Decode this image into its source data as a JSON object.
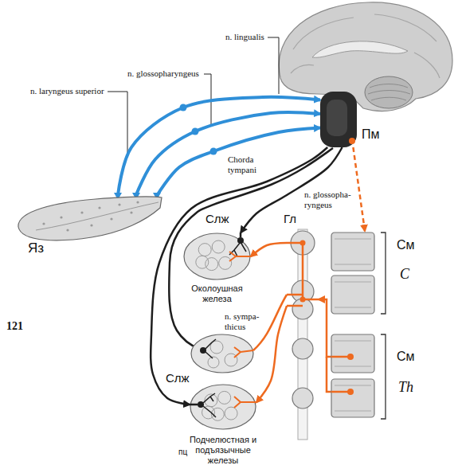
{
  "diagram": {
    "nodes": [
      {
        "text": [
          "Пм"
        ]
      },
      {
        "text": [
          "Яз"
        ]
      },
      {
        "text": [
          "Слж",
          "Околоушная железа"
        ]
      },
      {
        "text": [
          "Слж",
          "Подчелюстная и подъязычные железы"
        ]
      },
      {
        "text": [
          "Гл"
        ]
      },
      {
        "text": [
          "См",
          "C"
        ]
      },
      {
        "text": [
          "См",
          "Th"
        ]
      }
    ],
    "edges": [
      {
        "from": 1,
        "to": 0,
        "arrow": "to"
      },
      {
        "from": 1,
        "to": 0,
        "arrow": "to"
      },
      {
        "from": 1,
        "to": 0,
        "arrow": "to"
      },
      {
        "from": 0,
        "to": 2,
        "arrow": "to"
      },
      {
        "from": 0,
        "to": 3,
        "arrow": "to"
      },
      {
        "from": 0,
        "to": 5,
        "arrow": "to"
      },
      {
        "from": 6,
        "to": 4,
        "arrow": "to"
      },
      {
        "from": 4,
        "to": 2,
        "arrow": "to"
      },
      {
        "from": 4,
        "to": 3,
        "arrow": "to"
      }
    ],
    "labels": [
      "n. lingualis",
      "n. glossopharyngeus",
      "n. laryngeus superior",
      "Chorda tympani",
      "n. glossopha- ryngeus",
      "n. sympa- thicus",
      "пц",
      "121"
    ]
  }
}
